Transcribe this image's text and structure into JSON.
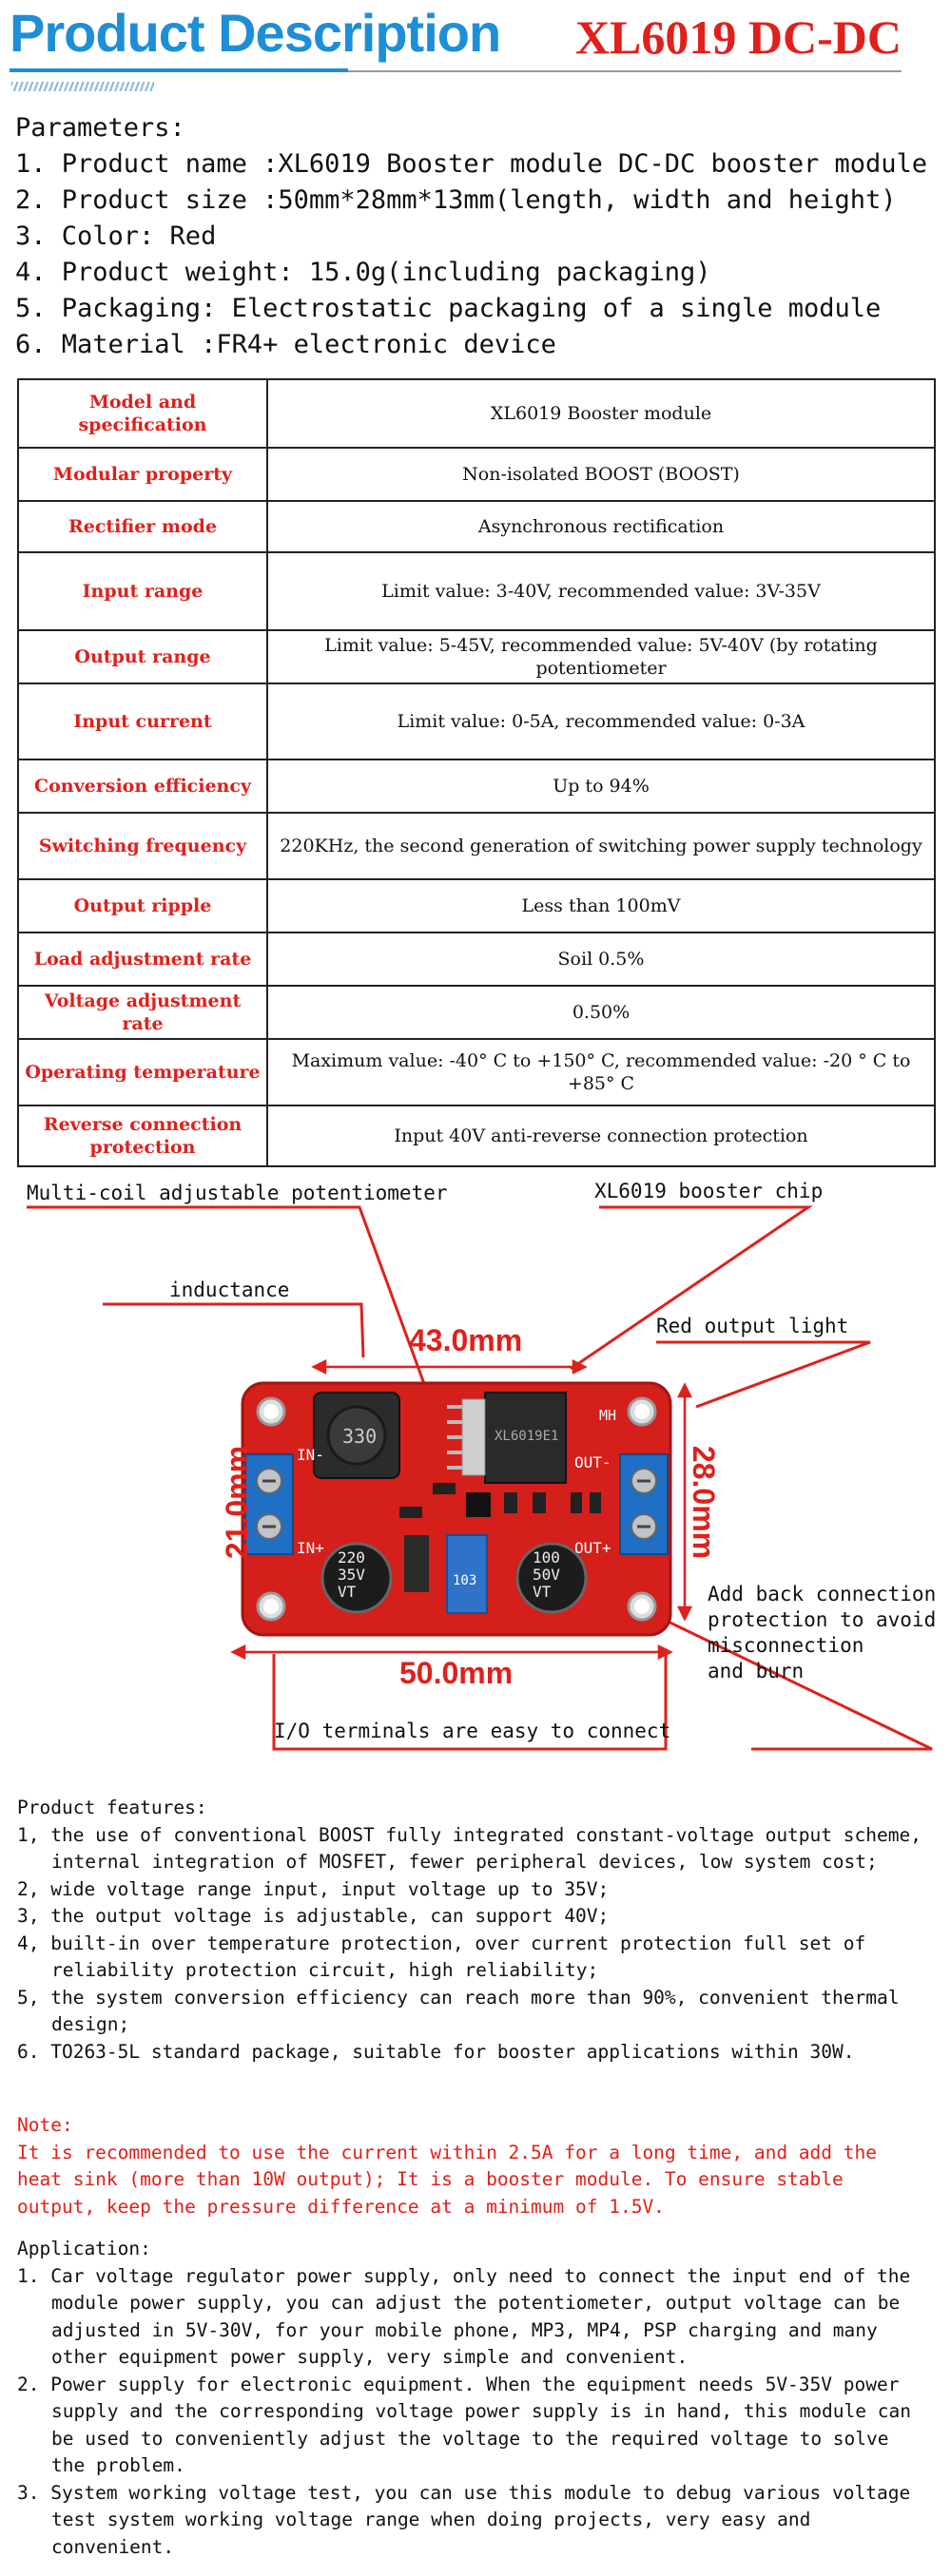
{
  "header": {
    "title": "Product Description",
    "model": "XL6019 DC-DC"
  },
  "parameters": {
    "heading": "Parameters:",
    "items": [
      "1. Product name :XL6019 Booster module DC-DC booster module",
      "2. Product size :50mm*28mm*13mm(length, width and height)",
      "3. Color: Red",
      "4. Product weight: 15.0g(including packaging)",
      "5. Packaging: Electrostatic packaging of a single module",
      "6. Material :FR4+ electronic device"
    ]
  },
  "spec_table": [
    {
      "k": "Model and specification",
      "v": "XL6019 Booster module"
    },
    {
      "k": "Modular property",
      "v": "Non-isolated BOOST (BOOST)"
    },
    {
      "k": "Rectifier mode",
      "v": "Asynchronous rectification"
    },
    {
      "k": "Input range",
      "v": "Limit value: 3-40V, recommended value: 3V-35V"
    },
    {
      "k": "Output range",
      "v": "Limit value: 5-45V, recommended value: 5V-40V (by rotating potentiometer"
    },
    {
      "k": "Input current",
      "v": "Limit value: 0-5A, recommended value: 0-3A"
    },
    {
      "k": "Conversion efficiency",
      "v": "Up to 94%"
    },
    {
      "k": "Switching frequency",
      "v": "220KHz, the second generation of switching power supply technology"
    },
    {
      "k": "Output ripple",
      "v": "Less than 100mV"
    },
    {
      "k": "Load adjustment rate",
      "v": "Soil 0.5%"
    },
    {
      "k": "Voltage adjustment rate",
      "v": "0.50%"
    },
    {
      "k": "Operating temperature",
      "v": "Maximum value: -40° C to +150° C, recommended value: -20 ° C to +85° C"
    },
    {
      "k": "Reverse connection protection",
      "v": "Input 40V anti-reverse connection protection"
    }
  ],
  "diagram": {
    "callouts": {
      "potentiometer": "Multi-coil adjustable potentiometer",
      "chip": "XL6019 booster chip",
      "inductance": "inductance",
      "light": "Red output light",
      "protection": [
        "Add back connection",
        "protection to avoid",
        "misconnection",
        "and burn"
      ],
      "io": "I/O terminals are easy to connect"
    },
    "dims": {
      "top": "43.0mm",
      "bottom": "50.0mm",
      "left": "21.0mm",
      "right": "28.0mm"
    },
    "board": {
      "in_minus": "IN-",
      "in_plus": "IN+",
      "out_minus": "OUT-",
      "out_plus": "OUT+",
      "inductor": "330",
      "cap1": [
        "220",
        "35V",
        "VT"
      ],
      "cap2": [
        "100",
        "50V",
        "VT"
      ],
      "pot": "103",
      "chip": "XL6019E1",
      "mh": "MH"
    }
  },
  "features": {
    "heading": "Product features:",
    "items": [
      "1, the use of conventional BOOST fully integrated constant-voltage output scheme, internal integration of MOSFET, fewer peripheral devices, low system cost;",
      "2, wide voltage range input, input voltage up to 35V;",
      "3, the output voltage is adjustable, can support 40V;",
      "4, built-in over temperature protection, over current protection full set of reliability protection circuit, high reliability;",
      "5, the system conversion efficiency can reach more than 90%, convenient thermal design;",
      "6. TO263-5L standard package, suitable for booster applications within 30W."
    ]
  },
  "note": {
    "heading": "Note:",
    "text": "It is recommended to use the current within 2.5A for a long time, and add the heat sink (more than 10W output); It is a booster module. To ensure stable output, keep the pressure difference at a minimum of 1.5V."
  },
  "application": {
    "heading": "Application:",
    "items": [
      "1. Car voltage regulator power supply, only need to connect the input end of the module power supply, you can adjust the potentiometer, output voltage can be adjusted in 5V-30V, for your mobile phone, MP3, MP4, PSP charging and many other equipment power supply, very simple and convenient.",
      "2. Power supply for electronic equipment. When the equipment needs 5V-35V power supply and the corresponding voltage power supply is in hand, this module can be used to conveniently adjust the voltage to the required voltage to solve the problem.",
      "3. System working voltage test, you can use this module to debug various voltage test system working voltage range when doing projects, very easy and convenient."
    ]
  },
  "colors": {
    "accent_blue": "#1e8fd6",
    "accent_red": "#e0201b",
    "board_red": "#d41f1b"
  }
}
